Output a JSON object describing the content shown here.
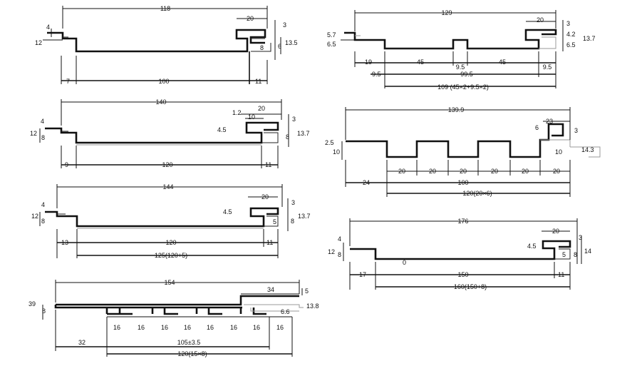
{
  "profiles": [
    {
      "name": "profile-1",
      "labels": {
        "overall": "118",
        "lip_w": "20",
        "lip_t": "3",
        "tab": "4",
        "height": "12",
        "right_h": "13.5",
        "right_a": "6",
        "right_b": "8",
        "left_foot": "7",
        "span": "100",
        "right_foot": "11"
      }
    },
    {
      "name": "profile-2",
      "labels": {
        "overall": "129",
        "lip_w": "20",
        "lip_t": "3",
        "h1": "5.7",
        "h2": "6.5",
        "r1": "4.2",
        "r2": "13.7",
        "r3": "6.5",
        "left": "19",
        "seg1": "45",
        "mid": "9.5",
        "seg2": "45",
        "right": "9.5",
        "inner": "99.5",
        "left2": "9.5",
        "total": "109 (45×2+9.5×2)"
      }
    },
    {
      "name": "profile-3",
      "labels": {
        "overall": "140",
        "a": "1.2",
        "lip_w": "20",
        "b": "10",
        "lip_t": "3",
        "tab": "4",
        "height": "12",
        "inner_h": "8",
        "c": "4.5",
        "right_h": "13.7",
        "d": "8",
        "left_foot": "9",
        "span": "120",
        "right_foot": "11"
      }
    },
    {
      "name": "profile-4",
      "labels": {
        "overall": "139.9",
        "lip_w": "23",
        "e": "6",
        "lip_t": "3",
        "h1": "2.5",
        "h2": "10",
        "f": "10",
        "right_h": "14.3",
        "s1": "20",
        "s2": "20",
        "s3": "20",
        "s4": "20",
        "s5": "20",
        "s6": "20",
        "left": "24",
        "span": "100",
        "total": "120(20×6)"
      }
    },
    {
      "name": "profile-5",
      "labels": {
        "overall": "144",
        "lip_w": "20",
        "lip_t": "3",
        "tab": "4",
        "height": "12",
        "inner_h": "8",
        "c": "4.5",
        "right_h": "13.7",
        "d": "8",
        "e": "5",
        "left_foot": "13",
        "span": "120",
        "right_foot": "11",
        "total": "125(120+5)"
      }
    },
    {
      "name": "profile-6",
      "labels": {
        "overall": "176",
        "lip_w": "20",
        "lip_t": "3",
        "tab": "4",
        "height": "12",
        "inner_h": "8",
        "c": "4.5",
        "right_h": "14",
        "a": "5",
        "b": "8",
        "mid": "0",
        "left_foot": "17",
        "span": "150",
        "right_foot": "11",
        "total": "160(150+8)"
      }
    },
    {
      "name": "profile-7",
      "labels": {
        "overall": "154",
        "lip_w": "34",
        "lip_t": "5",
        "height": "39",
        "left_small": "8",
        "right_h": "13.8",
        "g": "6.6",
        "c1": "16",
        "c2": "16",
        "c3": "16",
        "c4": "16",
        "c5": "16",
        "c6": "16",
        "c7": "16",
        "c8": "16",
        "left": "32",
        "span": "105±3.5",
        "total": "120(15×8)"
      }
    }
  ]
}
